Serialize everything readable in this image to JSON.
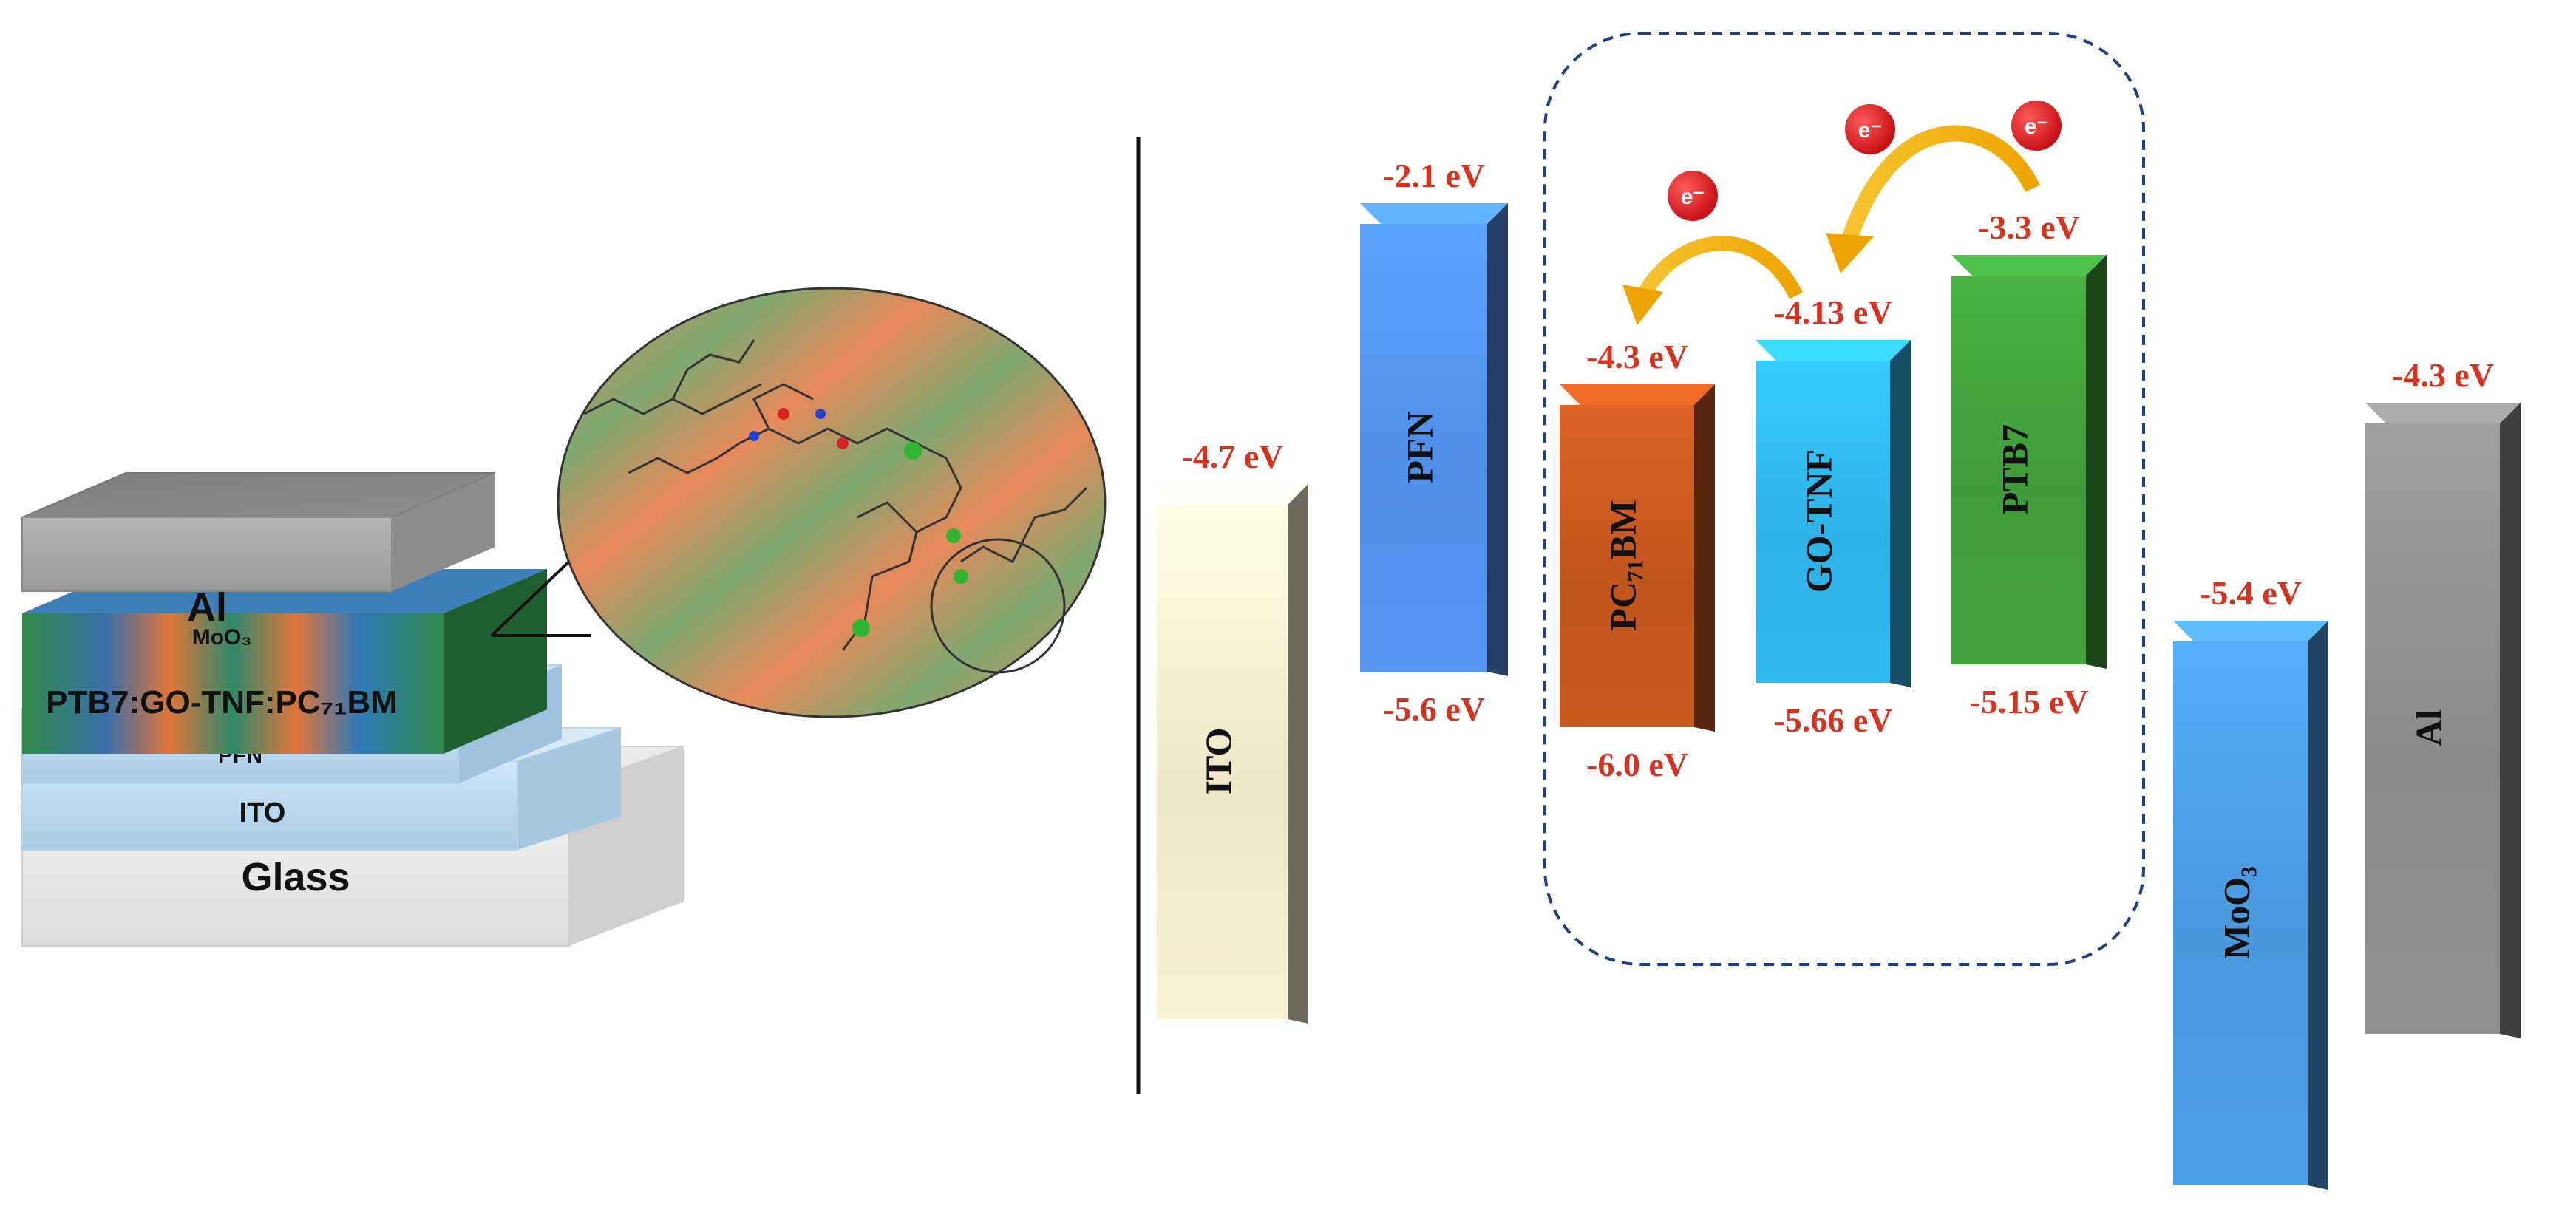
{
  "device_stack": {
    "layers": {
      "al": "Al",
      "moo3": "MoO₃",
      "active": "PTB7:GO-TNF:PC₇₁BM",
      "pfn": "PFN",
      "ito": "ITO",
      "glass": "Glass"
    }
  },
  "energy_diagram": {
    "bars": [
      {
        "id": "ito",
        "label": "ITO",
        "top_label": "-4.7 eV",
        "bottom_label": "",
        "top_ev": -4.7,
        "bottom_ev": null,
        "color": "#efe6c8"
      },
      {
        "id": "pfn",
        "label": "PFN",
        "top_label": "-2.1 eV",
        "bottom_label": "-5.6 eV",
        "top_ev": -2.1,
        "bottom_ev": -5.6,
        "color": "#4f8fe8"
      },
      {
        "id": "pcbm",
        "label": "PC₇₁BM",
        "top_label": "-4.3 eV",
        "bottom_label": "-6.0 eV",
        "top_ev": -4.3,
        "bottom_ev": -6.0,
        "color": "#c0561e"
      },
      {
        "id": "gotnf",
        "label": "GO-TNF",
        "top_label": "-4.13 eV",
        "bottom_label": "-5.66 eV",
        "top_ev": -4.13,
        "bottom_ev": -5.66,
        "color": "#2eb1e6"
      },
      {
        "id": "ptb7",
        "label": "PTB7",
        "top_label": "-3.3 eV",
        "bottom_label": "-5.15 eV",
        "top_ev": -3.3,
        "bottom_ev": -5.15,
        "color": "#3f9c3a"
      },
      {
        "id": "moo3",
        "label": "MoO₃",
        "top_label": "-5.4 eV",
        "bottom_label": "",
        "top_ev": -5.4,
        "bottom_ev": null,
        "color": "#4a97dc"
      },
      {
        "id": "al",
        "label": "Al",
        "top_label": "-4.3 eV",
        "bottom_label": "",
        "top_ev": -4.3,
        "bottom_ev": null,
        "color": "#8a8a8a"
      }
    ],
    "electron_label": "e⁻"
  },
  "colors": {
    "ev_label": "#d8321e",
    "arrow": "#f4b400",
    "electron": "#e8141c",
    "box_border": "#1f3f88"
  }
}
